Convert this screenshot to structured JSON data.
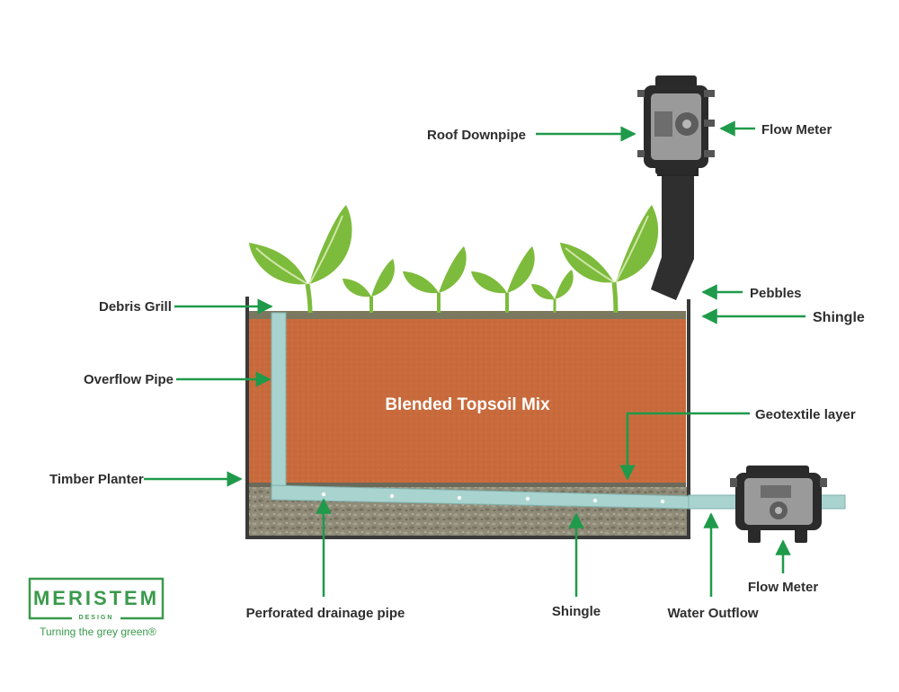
{
  "diagram": {
    "center_label": "Blended Topsoil Mix",
    "labels": {
      "roof_downpipe": "Roof Downpipe",
      "flow_meter_top": "Flow Meter",
      "pebbles": "Pebbles",
      "shingle_top": "Shingle",
      "debris_grill": "Debris Grill",
      "overflow_pipe": "Overflow Pipe",
      "geotextile_layer": "Geotextile layer",
      "timber_planter": "Timber Planter",
      "perforated_drainage_pipe": "Perforated drainage pipe",
      "shingle_bottom": "Shingle",
      "water_outflow": "Water Outflow",
      "flow_meter_bottom": "Flow Meter"
    }
  },
  "logo": {
    "name": "MERISTEM",
    "sub": "DESIGN",
    "tagline": "Turning the grey green®"
  },
  "colors": {
    "arrow": "#1f9a4a",
    "soil": "#c8693b",
    "shingle": "#8f8b78",
    "pipe": "#a8d3cf",
    "planter_wall": "#3a3a3a",
    "leaf": "#7dbb3c",
    "brand": "#3a9a4c"
  }
}
